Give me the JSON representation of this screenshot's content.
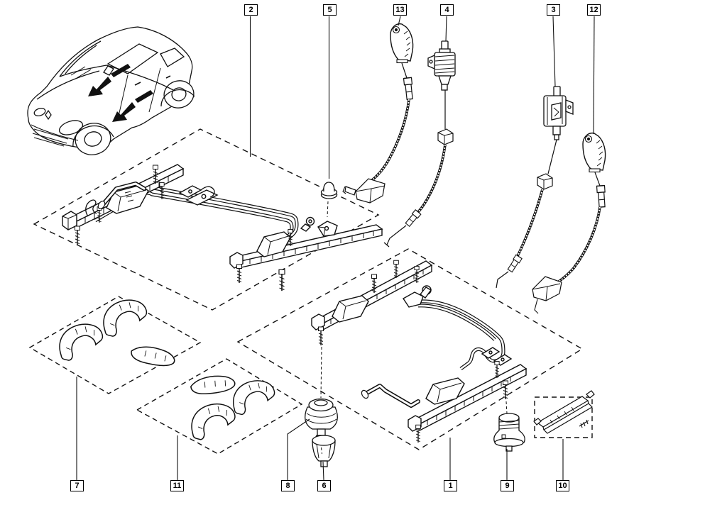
{
  "diagram": {
    "background": "#ffffff",
    "ink": "#000000",
    "callouts": [
      {
        "label": "2"
      },
      {
        "label": "5"
      },
      {
        "label": "13"
      },
      {
        "label": "4"
      },
      {
        "label": "3"
      },
      {
        "label": "12"
      },
      {
        "label": "7"
      },
      {
        "label": "11"
      },
      {
        "label": "8"
      },
      {
        "label": "6"
      },
      {
        "label": "1"
      },
      {
        "label": "9"
      },
      {
        "label": "10"
      }
    ]
  }
}
